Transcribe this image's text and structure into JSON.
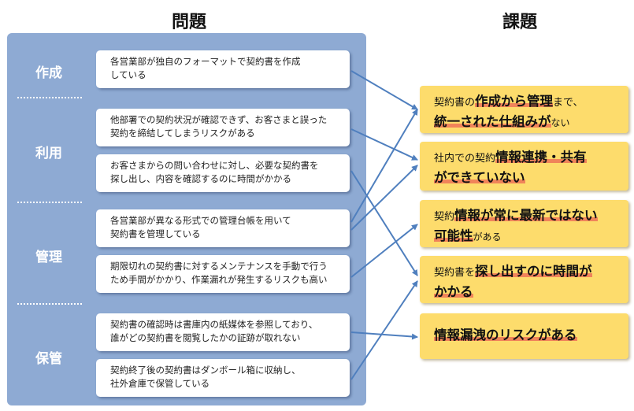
{
  "headers": {
    "problems": "問題",
    "issues": "課題"
  },
  "categories": [
    "作成",
    "利用",
    "管理",
    "保管"
  ],
  "problems": [
    {
      "line1": "各営業部が独自のフォーマットで契約書を作成",
      "line2": "している"
    },
    {
      "line1": "他部署での契約状況が確認できず、お客さまと誤った",
      "line2": "契約を締結してしまうリスクがある"
    },
    {
      "line1": "お客さまからの問い合わせに対し、必要な契約書を",
      "line2": "探し出し、内容を確認するのに時間がかかる"
    },
    {
      "line1": "各営業部が異なる形式での管理台帳を用いて",
      "line2": "契約書を管理している"
    },
    {
      "line1": "期限切れの契約書に対するメンテナンスを手動で行う",
      "line2": "ため手間がかかり、作業漏れが発生するリスクも高い"
    },
    {
      "line1": "契約書の確認時は書庫内の紙媒体を参照しており、",
      "line2": "誰がどの契約書を閲覧したかの証跡が取れない"
    },
    {
      "line1": "契約終了後の契約書はダンボール箱に収納し、",
      "line2": "社外倉庫で保管している"
    }
  ],
  "issues": [
    {
      "a": "契約書の",
      "b": "作成から管理",
      "c": "まで、",
      "d": "統一された仕組みが",
      "e": "ない"
    },
    {
      "a": "社内での契約",
      "b": "情報連携・共有",
      "d": "ができていない"
    },
    {
      "a": "契約",
      "b": "情報が常に最新ではない",
      "d": "可能性",
      "e": "がある"
    },
    {
      "a": "契約書を",
      "b": "探し出すのに時間が",
      "d": "かかる"
    },
    {
      "b": "情報漏洩のリスクがある"
    }
  ],
  "colors": {
    "panel": "#8eaad3",
    "issue_box": "#fddc6c",
    "highlight": "#f0845a",
    "arrow": "#4f7fbe"
  }
}
